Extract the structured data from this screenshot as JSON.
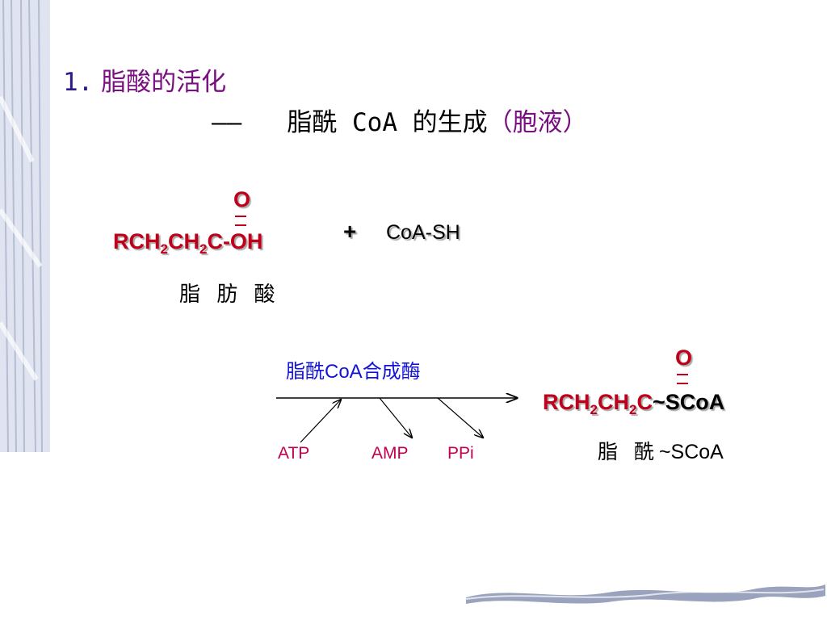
{
  "title": {
    "number": "1.",
    "line1": "脂酸的活化",
    "dash": "——",
    "line2": "脂酰 CoA 的生成",
    "location": "（胞液）"
  },
  "reactant": {
    "oxygen": "O",
    "formula_parts": [
      "RCH",
      "2",
      "CH",
      "2",
      "C",
      "-OH"
    ],
    "name": "脂 肪 酸"
  },
  "plus": "+",
  "coenzyme": "CoA-SH",
  "enzyme": {
    "cn1": "脂酰",
    "en": "CoA",
    "cn2": "合成酶"
  },
  "cofactors": {
    "atp": "ATP",
    "amp": "AMP",
    "ppi": "PPi"
  },
  "product": {
    "oxygen": "O",
    "formula_parts": [
      "RCH",
      "2",
      "CH",
      "2",
      "C",
      "~",
      "SCoA"
    ],
    "name_cn": "脂 酰",
    "name_suffix": "~SCoA"
  },
  "colors": {
    "title": "#7a0f82",
    "formula": "#c0001a",
    "enzyme": "#1414d6",
    "cofactor": "#c00050"
  }
}
